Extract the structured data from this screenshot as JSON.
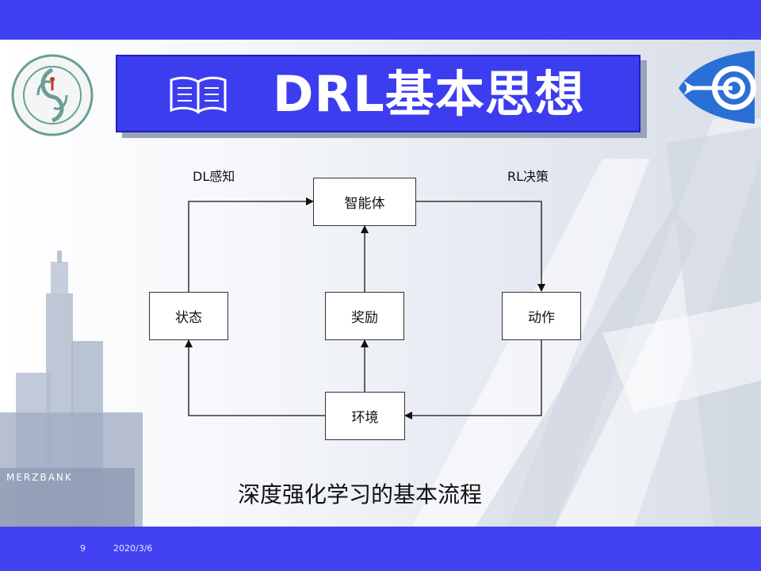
{
  "slide": {
    "title": "DRL基本思想",
    "caption": "深度强化学习的基本流程",
    "footer": {
      "page_number": "9",
      "date": "2020/3/6"
    },
    "colors": {
      "bar": "#4242f2",
      "title_fill": "#3d3df0",
      "title_text": "#ffffff",
      "target_icon": "#2a6fd6"
    },
    "icons": {
      "title_icon": "book-icon",
      "logo": "university-seal",
      "corner_icon": "target-arrow-icon"
    }
  },
  "diagram": {
    "nodes": {
      "agent": "智能体",
      "state": "状态",
      "reward": "奖励",
      "action": "动作",
      "environment": "环境"
    },
    "edge_labels": {
      "dl_perception": "DL感知",
      "rl_decision": "RL决策"
    },
    "edges": [
      {
        "from": "state",
        "to": "agent"
      },
      {
        "from": "reward",
        "to": "agent"
      },
      {
        "from": "agent",
        "to": "action"
      },
      {
        "from": "action",
        "to": "environment"
      },
      {
        "from": "environment",
        "to": "reward"
      },
      {
        "from": "environment",
        "to": "state"
      }
    ]
  }
}
